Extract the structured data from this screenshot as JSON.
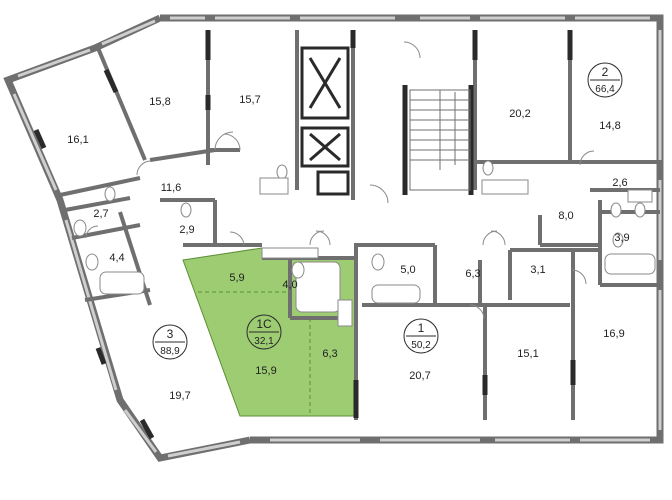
{
  "colors": {
    "wall": "#6f6f6f",
    "wall_dark": "#2a2a2a",
    "floor": "#ffffff",
    "highlight": "#9dcc73",
    "highlight_stroke": "#5c8f33",
    "text": "#222222"
  },
  "apartments": [
    {
      "number": "1C",
      "area": "32,1",
      "highlighted": true
    },
    {
      "number": "1",
      "area": "50,2",
      "highlighted": false
    },
    {
      "number": "2",
      "area": "66,4",
      "highlighted": false
    },
    {
      "number": "3",
      "area": "88,9",
      "highlighted": false
    }
  ],
  "rooms": {
    "r161": "16,1",
    "r158": "15,8",
    "r157": "15,7",
    "r202": "20,2",
    "r148": "14,8",
    "r116": "11,6",
    "r27a": "2,7",
    "r44": "4,4",
    "r29": "2,9",
    "r80": "8,0",
    "r26": "2,6",
    "r39": "3,9",
    "r59": "5,9",
    "r40": "4,0",
    "r50": "5,0",
    "r63a": "6,3",
    "r31": "3,1",
    "r159": "15,9",
    "r63b": "6,3",
    "r207": "20,7",
    "r151": "15,1",
    "r169": "16,9",
    "r197": "19,7"
  }
}
